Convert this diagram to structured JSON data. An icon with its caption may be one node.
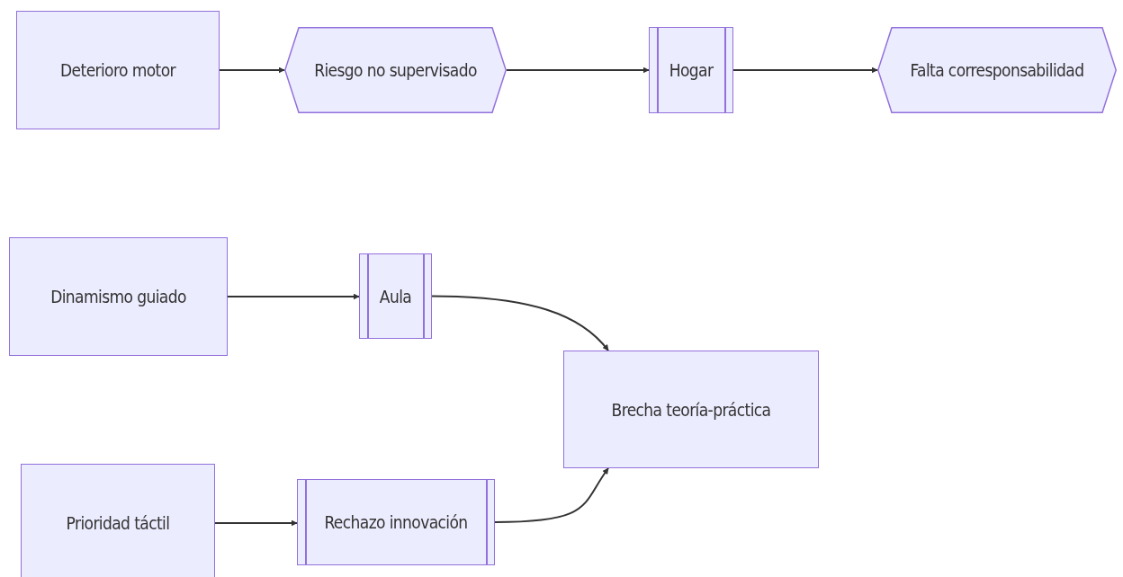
{
  "diagram": {
    "nodes": [
      {
        "text": [
          "Deterioro motor"
        ]
      },
      {
        "text": [
          "Riesgo no supervisado"
        ]
      },
      {
        "text": [
          "Hogar"
        ]
      },
      {
        "text": [
          "Falta corresponsabilidad"
        ]
      },
      {
        "text": [
          "Dinamismo guiado"
        ]
      },
      {
        "text": [
          "Aula"
        ]
      },
      {
        "text": [
          "Brecha teoría-práctica"
        ]
      },
      {
        "text": [
          "Prioridad táctil"
        ]
      },
      {
        "text": [
          "Rechazo innovación"
        ]
      }
    ],
    "edges": [
      {
        "from": 0,
        "to": 1,
        "arrow": "to"
      },
      {
        "from": 1,
        "to": 2,
        "arrow": "to"
      },
      {
        "from": 2,
        "to": 3,
        "arrow": "to"
      },
      {
        "from": 4,
        "to": 5,
        "arrow": "to"
      },
      {
        "from": 5,
        "to": 6,
        "arrow": "to"
      },
      {
        "from": 7,
        "to": 8,
        "arrow": "to"
      },
      {
        "from": 8,
        "to": 6,
        "arrow": "to"
      }
    ]
  }
}
